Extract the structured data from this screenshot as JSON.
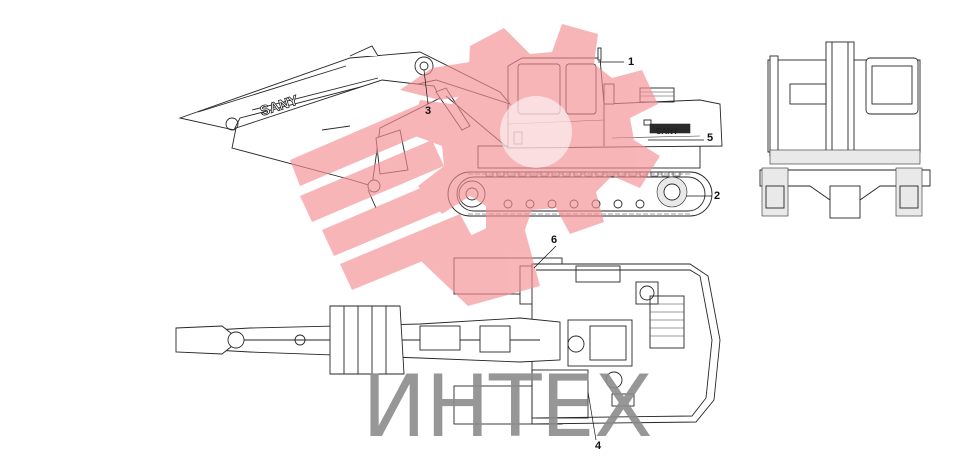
{
  "diagram": {
    "callouts": [
      {
        "id": "c1",
        "label": "1"
      },
      {
        "id": "c2",
        "label": "2"
      },
      {
        "id": "c3",
        "label": "3"
      },
      {
        "id": "c4",
        "label": "4"
      },
      {
        "id": "c5",
        "label": "5"
      },
      {
        "id": "c6",
        "label": "6"
      }
    ],
    "brand_boom": "SANY",
    "brand_house": "SANY",
    "watermark_text": "ИНТЕХ",
    "colors": {
      "line": "#262626",
      "gear_logo": "#f48f93",
      "watermark_text": "#8c8c8c"
    }
  }
}
